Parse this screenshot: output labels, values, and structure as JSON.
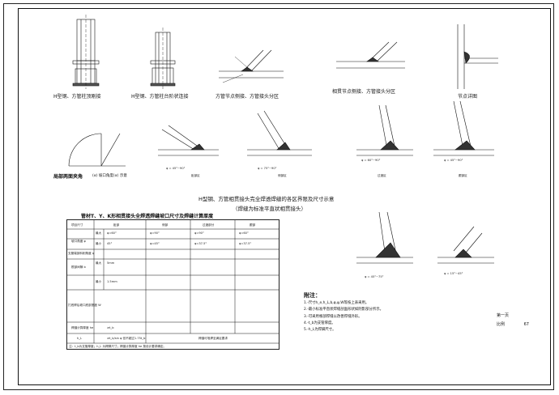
{
  "captions": {
    "c1": "H型钢、方管柱顶刚接",
    "c2": "H型钢、方管柱台阶状连接",
    "c3": "方管节点侧接、方管接头分区",
    "c4": "相贯节点侧接、方管接头分区",
    "c5": "节点详图",
    "c6": "局部两面夹角",
    "c6b": "(α) 坡口角度(α) 示意",
    "c7": "H型钢、方管相贯接头完全焊透焊缝的各区界限及尺寸示意",
    "c8": "（焊缝为标准平直状相贯接头）"
  },
  "table": {
    "title": "管材T、Y、K形相贯接头全焊透焊缝坡口尺寸及焊缝计算厚度",
    "headers": [
      "项目尺寸",
      "趾部",
      "侧部",
      "过渡部分",
      "跟部"
    ],
    "rows": [
      {
        "label": "坡口角度 φ",
        "sub": "最大",
        "cells": [
          "φ=60°",
          "φ=90°",
          "φ=90°",
          "φ=60°"
        ]
      },
      {
        "label": "",
        "sub": "最小",
        "cells": [
          "45°",
          "φ=45°",
          "φ=37.5°",
          "φ=37.5°"
        ]
      },
      {
        "label": "支管端部斜削角度 ψ",
        "sub": "",
        "cells": [
          "",
          "",
          "",
          ""
        ]
      },
      {
        "label": "根部间隙 b",
        "sub": "最大",
        "cells": [
          "5mm",
          "",
          "",
          ""
        ]
      },
      {
        "label": "",
        "sub": "最小",
        "cells": [
          "1.5mm",
          "",
          "",
          ""
        ]
      },
      {
        "label": "打底焊后坡口底部宽度 W",
        "sub": "",
        "cells": [
          "",
          "",
          "",
          ""
        ]
      },
      {
        "label": "焊缝计算厚度 he",
        "sub": "",
        "cells": [
          "≥t_b",
          "",
          "",
          ""
        ]
      },
      {
        "label": "h_L",
        "sub": "",
        "cells": [
          "≥t_b/sin φ 但不超过1.75t_b",
          "",
          "焊缝可堆焊至满足要求",
          ""
        ]
      }
    ],
    "note": "注：t_b为支管厚度；h_L 为焊脚尺寸；焊缝计算厚度 he 按设计要求确定。"
  },
  "notes": {
    "heading": "附注：",
    "items": [
      "1.-尺寸h_e,h_L,b,φ,ψ,W等按上表采用。",
      "2.-最小标准平直状焊缝剖面形状如阴影部分所示。",
      "3.-可采用根部焊缝以改善焊缝外形。",
      "4.-t_b为支管厚度。",
      "5.-h_L为焊脚尺寸。"
    ]
  },
  "sheet": {
    "label1": "第一页",
    "label2": "比例",
    "number": "67"
  },
  "detail_labels": {
    "zone_a": "趾部区",
    "zone_b": "侧部区",
    "zone_c": "过渡区",
    "zone_d": "跟部区",
    "phi1": "φ = 45°~90°",
    "phi2": "φ = 75°~90°",
    "phi3": "φ = 60°~90°",
    "phi4": "φ = 45°~90°",
    "phi5": "φ = 45°~75°",
    "phi6": "φ = 15°~45°"
  }
}
